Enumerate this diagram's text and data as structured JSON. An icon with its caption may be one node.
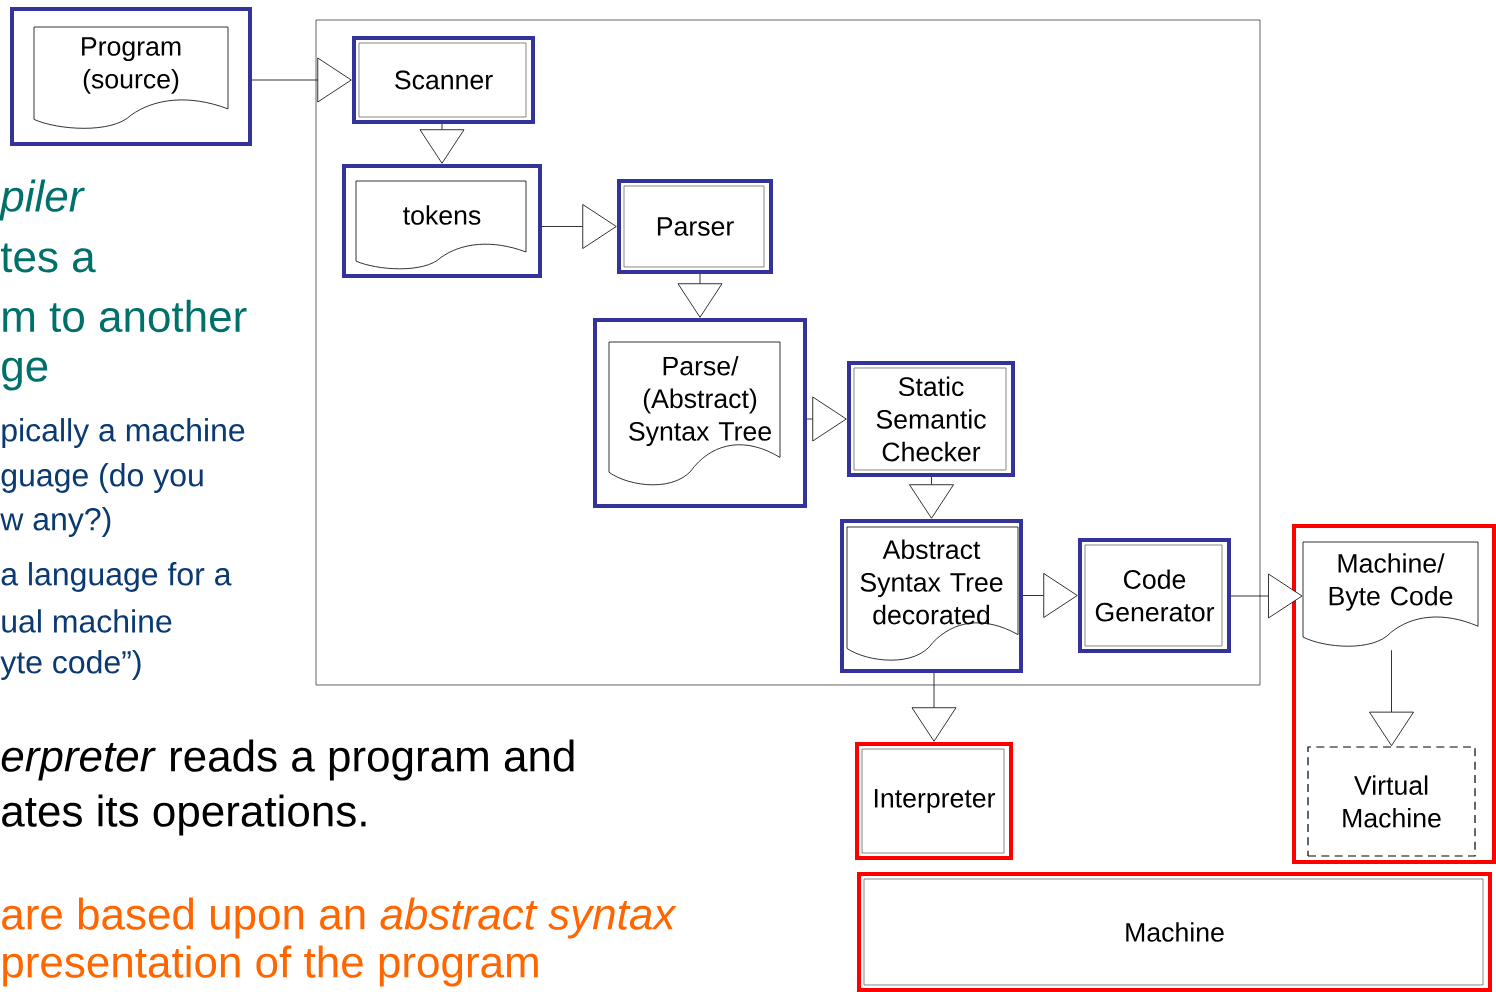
{
  "diagram": {
    "nodes": [
      {
        "text": [
          "Program (source)"
        ]
      },
      {
        "text": [
          "Scanner"
        ]
      },
      {
        "text": [
          "tokens"
        ]
      },
      {
        "text": [
          "Parser"
        ]
      },
      {
        "text": [
          "Parse/ (Abstract) Syntax Tree"
        ]
      },
      {
        "text": [
          "Static Semantic Checker"
        ]
      },
      {
        "text": [
          "Abstract Syntax Tree decorated"
        ]
      },
      {
        "text": [
          "Code Generator"
        ]
      },
      {
        "text": [],
        "shape": "box"
      },
      {
        "text": [
          "Machine/ Byte Code"
        ],
        "in": 8
      },
      {
        "text": [
          "Virtual Machine"
        ],
        "in": 8
      },
      {
        "text": [
          "Interpreter"
        ]
      },
      {
        "text": [
          "Machine"
        ]
      }
    ],
    "edges": [
      {
        "from": 0,
        "to": 1,
        "arrow": "to"
      },
      {
        "from": 1,
        "to": 2,
        "arrow": "to"
      },
      {
        "from": 2,
        "to": 3,
        "arrow": "to"
      },
      {
        "from": 3,
        "to": 4,
        "arrow": "to"
      },
      {
        "from": 4,
        "to": 5,
        "arrow": "to"
      },
      {
        "from": 5,
        "to": 6,
        "arrow": "to"
      },
      {
        "from": 6,
        "to": 7,
        "arrow": "to"
      },
      {
        "from": 7,
        "to": 9,
        "arrow": "to"
      },
      {
        "from": 9,
        "to": 10,
        "arrow": "to"
      },
      {
        "from": 6,
        "to": 11,
        "arrow": "to"
      }
    ],
    "labels": [
      "piler",
      "tes a",
      "m to another",
      "ge",
      "pically a machine",
      "guage (do you",
      "w any?)",
      "a language for a",
      "ual machine",
      "yte code”)",
      "*erpreter* reads a program and",
      "ates its operations.",
      "are based upon an *abstract syntax*",
      "presentation of the program"
    ]
  }
}
